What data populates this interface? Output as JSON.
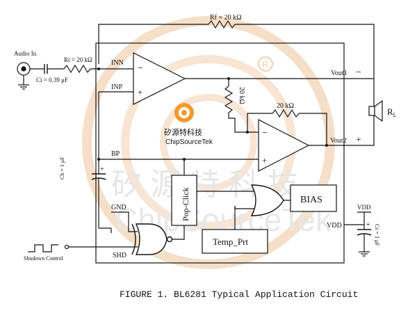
{
  "title": "FIGURE 1. BL6281 Typical Application Circuit",
  "inputs": {
    "audio_in": "Audio In",
    "shutdown": "Shudown Control"
  },
  "components": {
    "rf": "Rf = 20 kΩ",
    "ri": "Ri = 20 kΩ",
    "ci": "Ci = 0.39 μF",
    "r_vertical": "20 kΩ",
    "r_horizontal": "20 kΩ",
    "cb": "Cb = 1 μF",
    "cs": "Cs = 1 μF",
    "rl": "R",
    "rl_sub": "L"
  },
  "pins": {
    "inn": "INN",
    "inp": "INP",
    "bp": "BP",
    "gnd": "GND",
    "shd": "SHD",
    "vdd_in": "VDD",
    "vdd_ext": "VDD",
    "vout1": "Vout1",
    "vout2": "Vout2"
  },
  "blocks": {
    "pop_click": "Pop-Click",
    "bias": "BIAS",
    "temp_prt": "Temp_Prt"
  },
  "signs": {
    "minus": "−",
    "plus": "+",
    "out_minus": "−",
    "out_plus": "+",
    "cb_plus": "+",
    "cs_plus": "+"
  },
  "watermark": {
    "logo_cn": "矽源特科技",
    "logo_en": "ChipSourceTek",
    "big_cn": "矽 源 特 科 技",
    "big_en": "ChipSourceTek"
  },
  "colors": {
    "line": "#111111",
    "watermark": "#f3cfae",
    "watermark_text": "#d9d9d9",
    "logo_orange": "#f29a2e"
  }
}
